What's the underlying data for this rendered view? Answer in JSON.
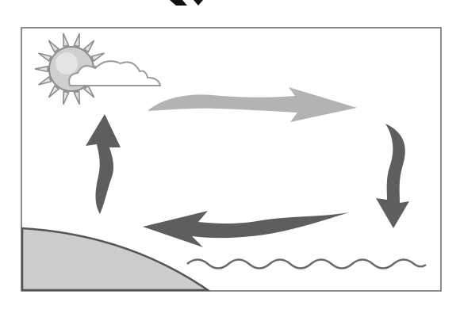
{
  "diagram": {
    "type": "cycle",
    "subject": "water-cycle-illustration",
    "icons": [
      "sun-icon",
      "cloud-icon",
      "sea-waves-icon",
      "land-hill-icon"
    ],
    "arrows": [
      "arrow-clouds-drifting-right",
      "arrow-precipitation-down",
      "arrow-flow-left-to-land",
      "arrow-evaporation-up"
    ],
    "colors": {
      "frame": "#666666",
      "dark_arrow": "#5e5e5e",
      "light_arrow": "#b3b3b3",
      "sun_fill": "#cfcfcf",
      "sun_stroke": "#8a8a8a",
      "land_fill": "#cccccc",
      "land_stroke": "#555555",
      "wave_stroke": "#6a6a6a"
    }
  }
}
